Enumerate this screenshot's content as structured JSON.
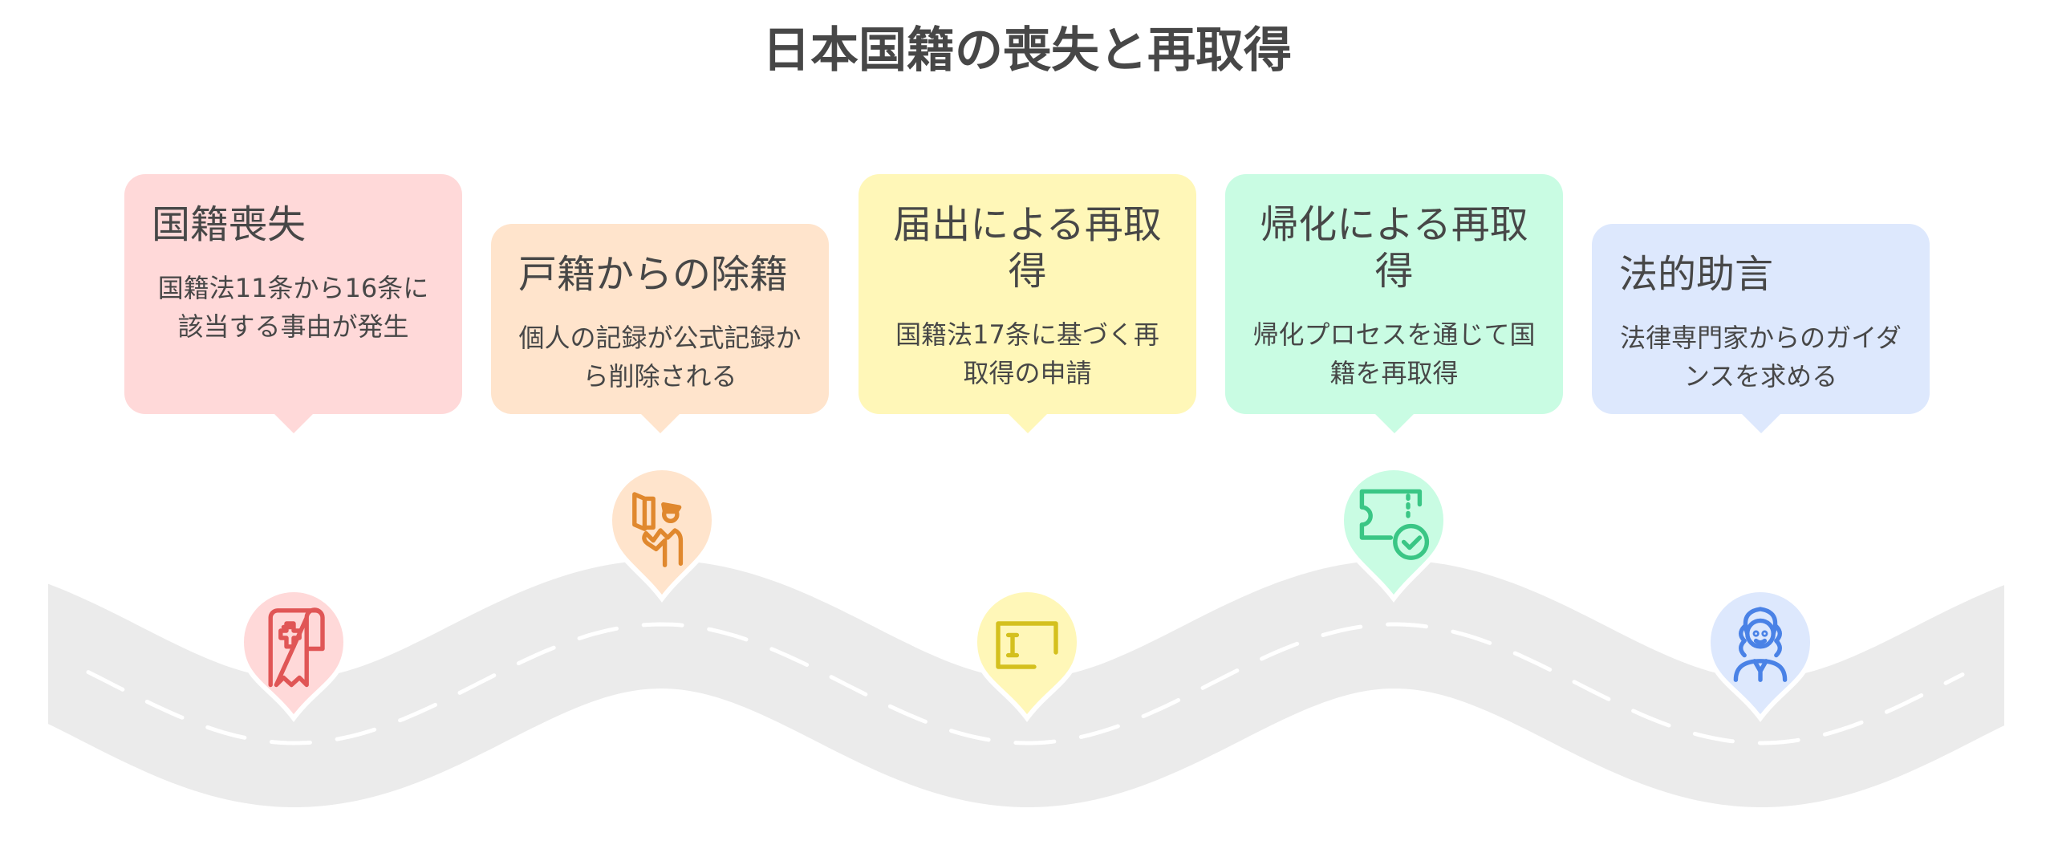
{
  "title": "日本国籍の喪失と再取得",
  "steps": [
    {
      "title": "国籍喪失",
      "body": "国籍法11条から16条に該当する事由が発生",
      "icon": "medical-scroll-icon",
      "bg": "#ffd9d9",
      "fg": "#e05656"
    },
    {
      "title": "戸籍からの除籍",
      "body": "個人の記録が公式記録から削除される",
      "icon": "official-with-document-icon",
      "bg": "#ffe4cc",
      "fg": "#e0882e"
    },
    {
      "title": "届出による再取得",
      "body": "国籍法17条に基づく再取得の申請",
      "icon": "form-input-icon",
      "bg": "#fff7b8",
      "fg": "#d4c01e"
    },
    {
      "title": "帰化による再取得",
      "body": "帰化プロセスを通じて国籍を再取得",
      "icon": "ticket-check-icon",
      "bg": "#c9fce3",
      "fg": "#3ac685"
    },
    {
      "title": "法的助言",
      "body": "法律専門家からのガイダンスを求める",
      "icon": "lawyer-icon",
      "bg": "#dde8fd",
      "fg": "#4a82e6"
    }
  ]
}
